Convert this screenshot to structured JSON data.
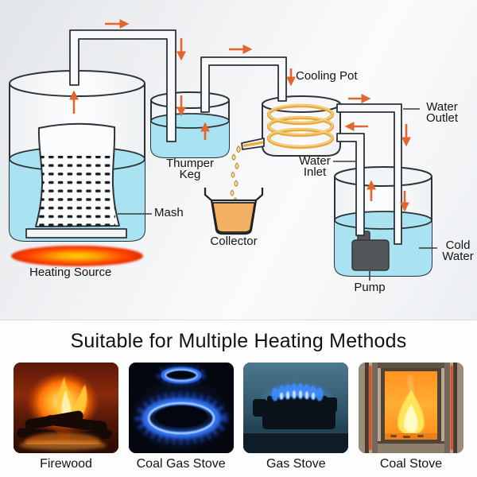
{
  "diagram": {
    "labels": {
      "cooling_pot": "Cooling Pot",
      "thumper_keg": {
        "line1": "Thumper",
        "line2": "Keg"
      },
      "mash": "Mash",
      "heating_source": "Heating Source",
      "collector": "Collector",
      "water_outlet": {
        "line1": "Water",
        "line2": "Outlet"
      },
      "water_inlet": {
        "line1": "Water",
        "line2": "Inlet"
      },
      "cold_water": {
        "line1": "Cold",
        "line2": "Water"
      },
      "pump": "Pump"
    },
    "colors": {
      "water": "#a9e2f0",
      "flow_arrow": "#e2662e",
      "coil": "#e9a93c",
      "collector_liquid": "#f2b164",
      "heat_center": "#ffd400",
      "heat_edge": "#e62a00",
      "outline": "#2e3237"
    }
  },
  "heating_methods": {
    "title": "Suitable for Multiple Heating Methods",
    "items": [
      {
        "label": "Firewood",
        "icon": "firewood-photo"
      },
      {
        "label": "Coal Gas Stove",
        "icon": "coal-gas-stove-photo"
      },
      {
        "label": "Gas Stove",
        "icon": "gas-stove-photo"
      },
      {
        "label": "Coal Stove",
        "icon": "coal-stove-photo"
      }
    ]
  }
}
